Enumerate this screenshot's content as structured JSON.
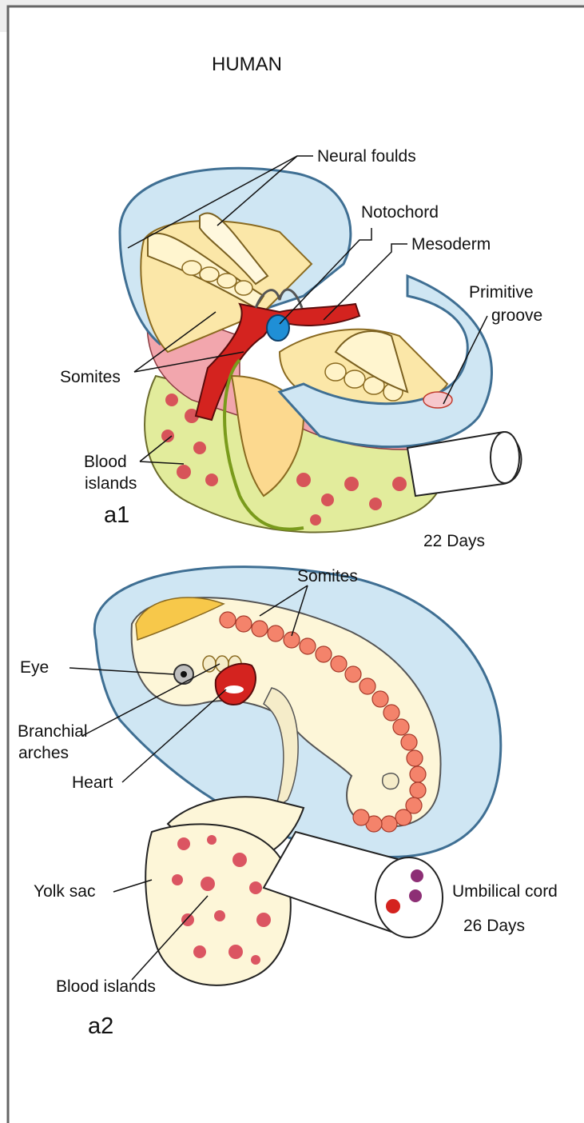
{
  "title": "HUMAN",
  "panel_a1": {
    "label": "a1",
    "age": "22 Days",
    "labels": {
      "neural_folds": "Neural foulds",
      "notochord": "Notochord",
      "mesoderm": "Mesoderm",
      "primitive_groove_1": "Primitive",
      "primitive_groove_2": "groove",
      "somites": "Somites",
      "blood_islands_1": "Blood",
      "blood_islands_2": "islands"
    }
  },
  "panel_a2": {
    "label": "a2",
    "age": "26 Days",
    "labels": {
      "somites": "Somites",
      "eye": "Eye",
      "branchial_1": "Branchial",
      "branchial_2": "arches",
      "heart": "Heart",
      "yolk_sac": "Yolk sac",
      "umbilical_cord": "Umbilical cord",
      "blood_islands": "Blood islands"
    }
  },
  "colors": {
    "amnion": "#cfe6f3",
    "amnion_edge": "#3f6f93",
    "yolk": "#fbe7a8",
    "embryo_light": "#fdf6d8",
    "mesoderm": "#d4231f",
    "notochord": "#1f8fd6",
    "pink": "#f2a6ad",
    "blood_island": "#d63a4e",
    "yolk_green": "#e2ec9c",
    "somite": "#f4836b"
  }
}
